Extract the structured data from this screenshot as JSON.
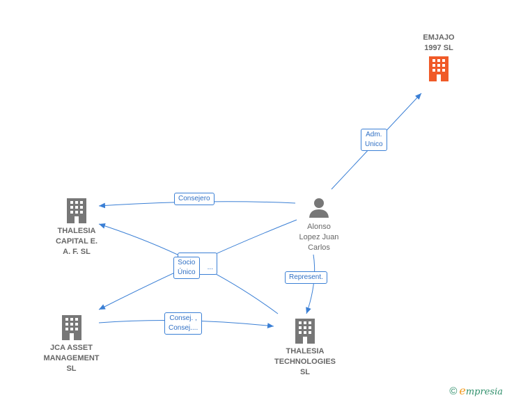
{
  "nodes": {
    "emjajo": {
      "label": "EMJAJO\n1997  SL",
      "color": "#f05a28"
    },
    "thalesia_capital": {
      "label": "THALESIA\nCAPITAL E.\nA. F.  SL"
    },
    "jca": {
      "label": "JCA ASSET\nMANAGEMENT\nSL"
    },
    "thalesia_tech": {
      "label": "THALESIA\nTECHNOLOGIES\nSL"
    },
    "person": {
      "label": "Alonso\nLopez Juan\nCarlos"
    }
  },
  "edges": {
    "adm_unico": "Adm.\nUnico",
    "consejero": "Consejero",
    "socio_unico": "Socio\nÚnico",
    "socio_hidden": "...",
    "represent": "Represent.",
    "consej": "Consej. ,\nConsej...."
  },
  "brand": {
    "copyright": "©",
    "e": "e",
    "rest": "mpresia"
  }
}
